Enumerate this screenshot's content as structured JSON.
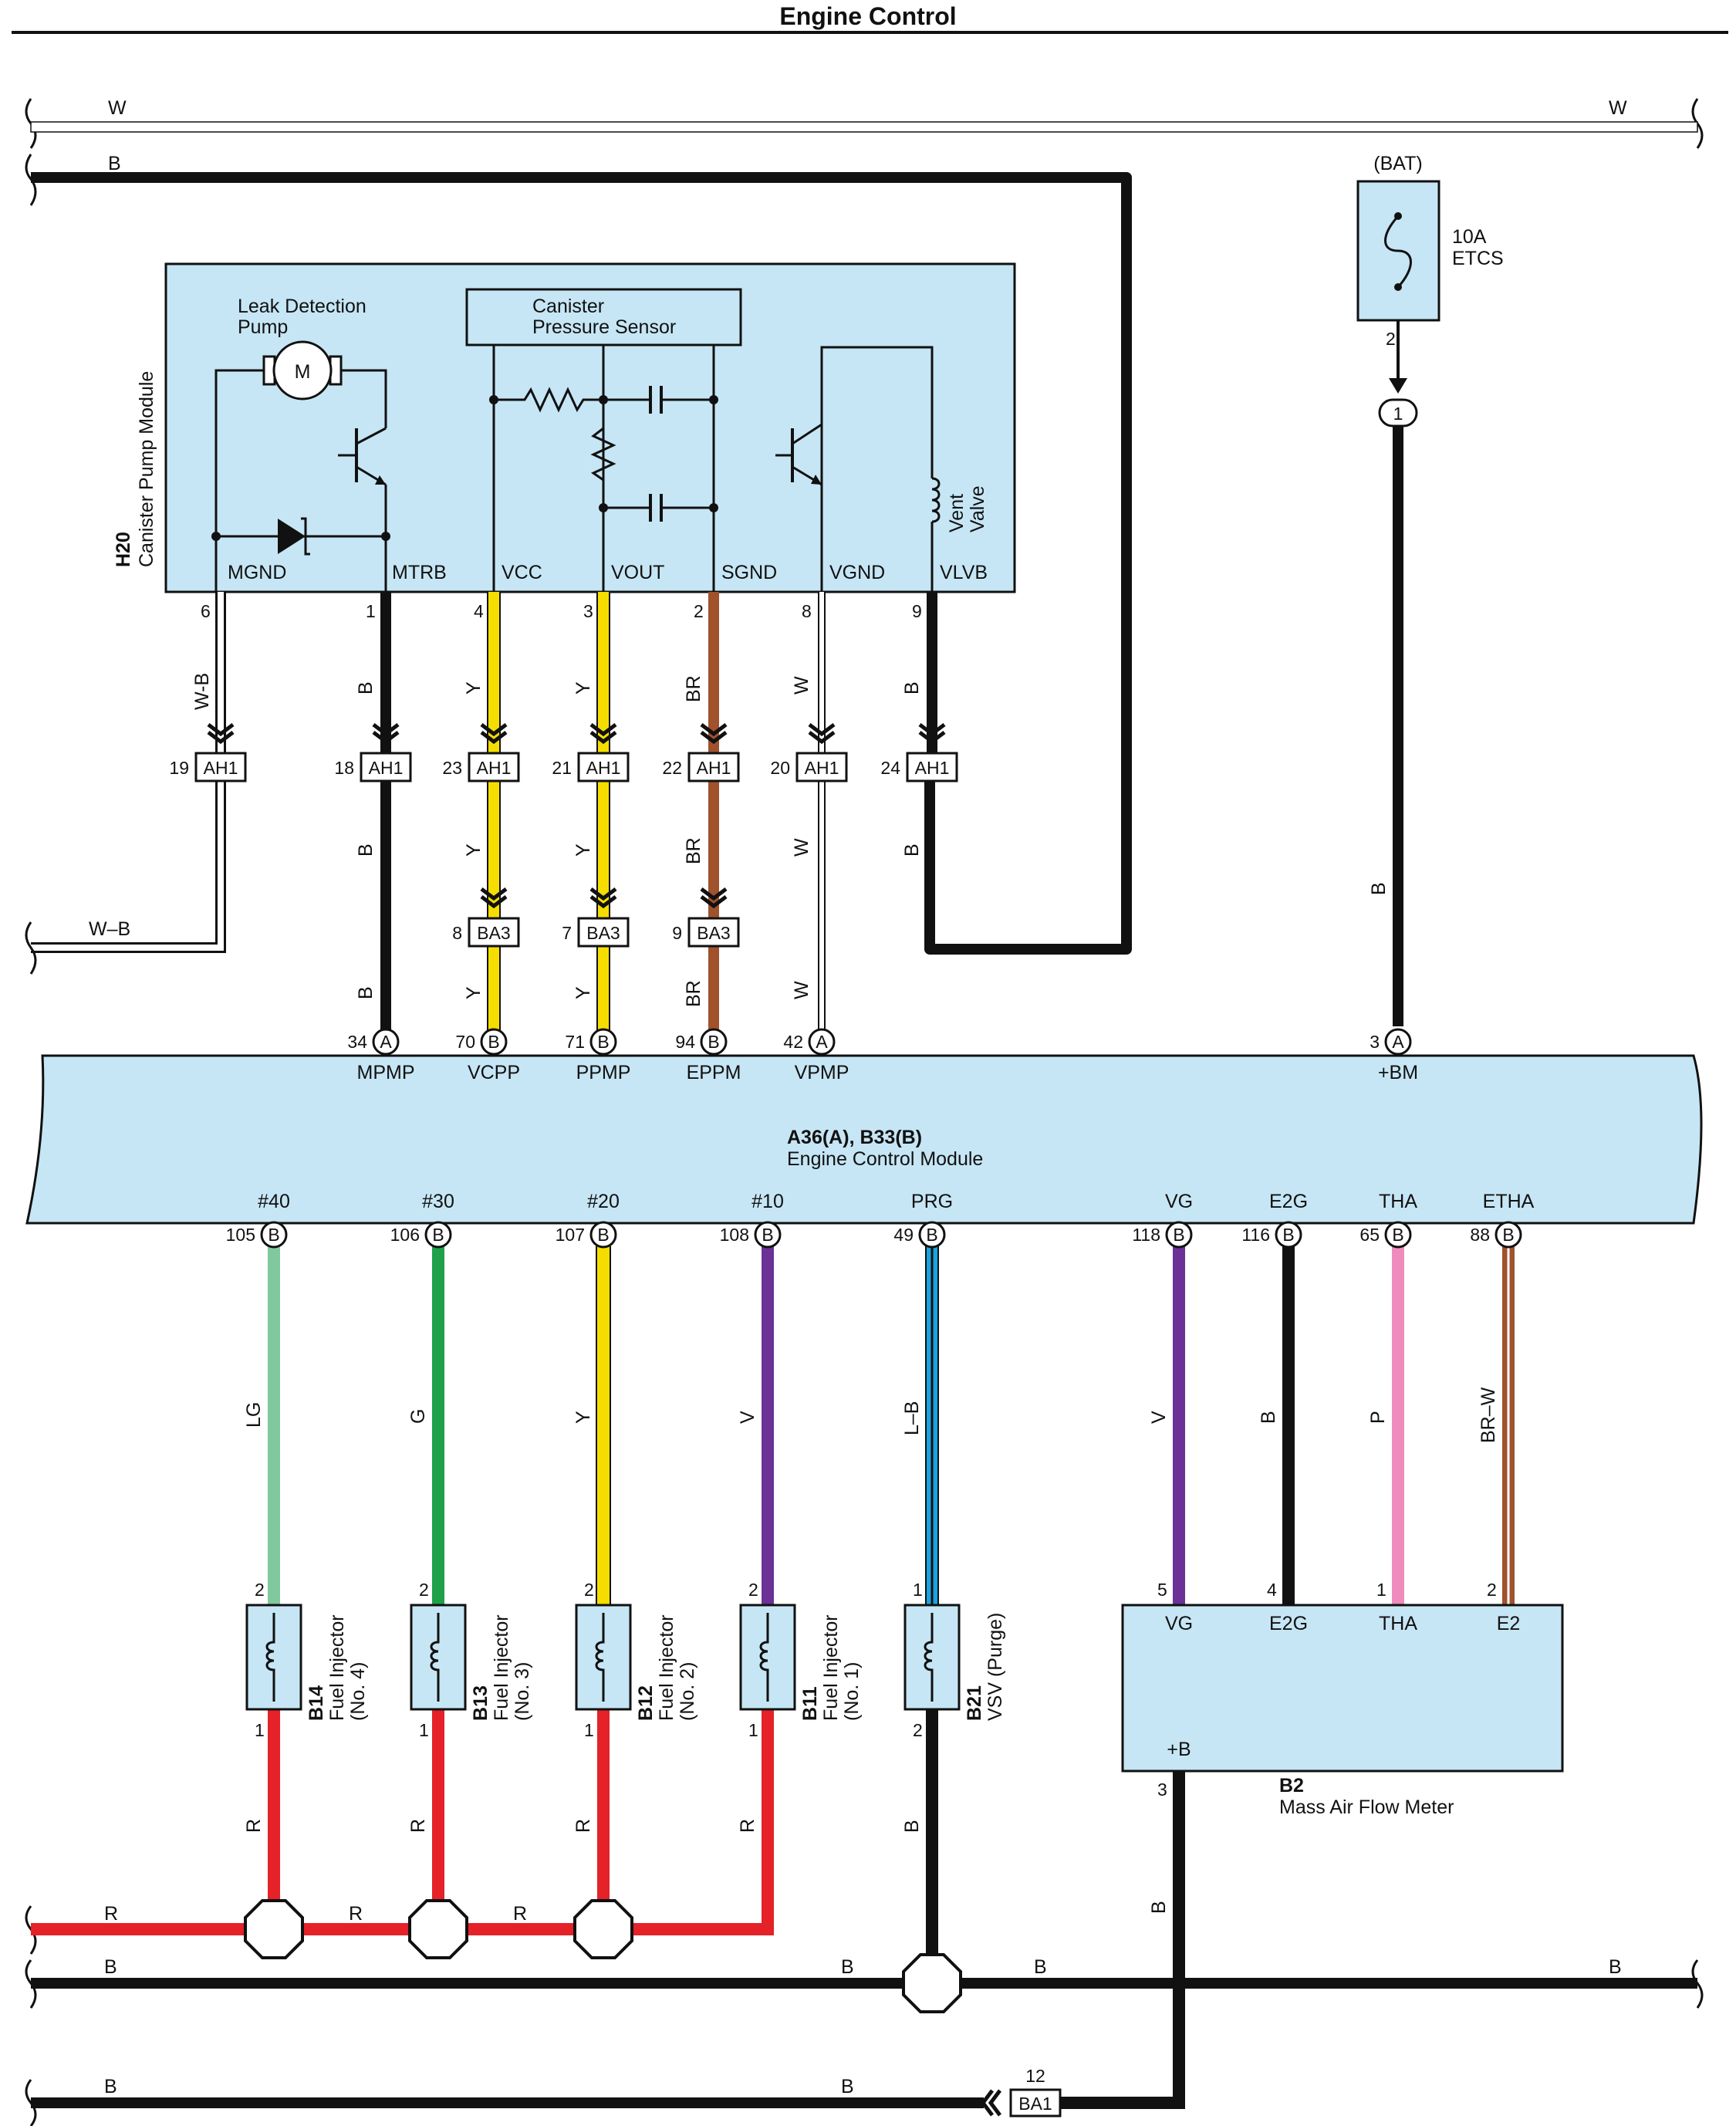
{
  "title": "Engine Control",
  "colors": {
    "W": "#ffffff",
    "B": "#111111",
    "W-B": "#ffffff",
    "Y": "#f6dd00",
    "BR": "#a0522d",
    "LG": "#80c89e",
    "G": "#1fa04a",
    "V": "#6b3196",
    "L-B": "#1aa3e0",
    "P": "#f08bbd",
    "BR-W": "#a0522d",
    "R": "#e42228",
    "fill": "#c6e6f5"
  },
  "top_buses": [
    {
      "label": "W",
      "label_right": "W"
    },
    {
      "label": "B"
    }
  ],
  "bat": {
    "label": "(BAT)",
    "fuse_amp": "10A",
    "fuse_name": "ETCS",
    "pin": "2",
    "conn_pin": "1",
    "wire": "B"
  },
  "h20": {
    "code": "H20",
    "name": "Canister Pump Module",
    "pump_label_1": "Leak Detection",
    "pump_label_2": "Pump",
    "motor": "M",
    "sensor_label_1": "Canister",
    "sensor_label_2": "Pressure Sensor",
    "vent_1": "Vent",
    "vent_2": "Valve",
    "pins": [
      {
        "name": "MGND",
        "num": "6",
        "wire": "W-B",
        "ah1": "19"
      },
      {
        "name": "MTRB",
        "num": "1",
        "wire": "B",
        "ah1": "18"
      },
      {
        "name": "VCC",
        "num": "4",
        "wire": "Y",
        "ah1": "23"
      },
      {
        "name": "VOUT",
        "num": "3",
        "wire": "Y",
        "ah1": "21"
      },
      {
        "name": "SGND",
        "num": "2",
        "wire": "BR",
        "ah1": "22"
      },
      {
        "name": "VGND",
        "num": "8",
        "wire": "W",
        "ah1": "20"
      },
      {
        "name": "VLVB",
        "num": "9",
        "wire": "B",
        "ah1": "24"
      }
    ]
  },
  "conn_ah1": "AH1",
  "conn_ba3": "BA3",
  "ba3_pins": [
    "8",
    "7",
    "9"
  ],
  "wb_out_label": "W–B",
  "ecm": {
    "code": "A36(A), B33(B)",
    "name": "Engine Control Module",
    "top_pins": [
      {
        "num": "34",
        "conn": "A",
        "name": "MPMP",
        "wire": "B"
      },
      {
        "num": "70",
        "conn": "B",
        "name": "VCPP",
        "wire": "Y"
      },
      {
        "num": "71",
        "conn": "B",
        "name": "PPMP",
        "wire": "Y"
      },
      {
        "num": "94",
        "conn": "B",
        "name": "EPPM",
        "wire": "BR"
      },
      {
        "num": "42",
        "conn": "A",
        "name": "VPMP",
        "wire": "W"
      },
      {
        "num": "3",
        "conn": "A",
        "name": "+BM",
        "wire": "B"
      }
    ],
    "bottom_pins": [
      {
        "num": "105",
        "conn": "B",
        "name": "#40",
        "wire": "LG"
      },
      {
        "num": "106",
        "conn": "B",
        "name": "#30",
        "wire": "G"
      },
      {
        "num": "107",
        "conn": "B",
        "name": "#20",
        "wire": "Y"
      },
      {
        "num": "108",
        "conn": "B",
        "name": "#10",
        "wire": "V"
      },
      {
        "num": "49",
        "conn": "B",
        "name": "PRG",
        "wire": "L–B"
      },
      {
        "num": "118",
        "conn": "B",
        "name": "VG",
        "wire": "V"
      },
      {
        "num": "116",
        "conn": "B",
        "name": "E2G",
        "wire": "B"
      },
      {
        "num": "65",
        "conn": "B",
        "name": "THA",
        "wire": "P"
      },
      {
        "num": "88",
        "conn": "B",
        "name": "ETHA",
        "wire": "BR–W"
      }
    ]
  },
  "components": [
    {
      "code": "B14",
      "name": "Fuel Injector",
      "sub": "(No. 4)",
      "pin_top": "2",
      "pin_bot": "1",
      "wire_bot": "R"
    },
    {
      "code": "B13",
      "name": "Fuel Injector",
      "sub": "(No. 3)",
      "pin_top": "2",
      "pin_bot": "1",
      "wire_bot": "R"
    },
    {
      "code": "B12",
      "name": "Fuel Injector",
      "sub": "(No. 2)",
      "pin_top": "2",
      "pin_bot": "1",
      "wire_bot": "R"
    },
    {
      "code": "B11",
      "name": "Fuel Injector",
      "sub": "(No. 1)",
      "pin_top": "2",
      "pin_bot": "1",
      "wire_bot": "R"
    },
    {
      "code": "B21",
      "name": "VSV (Purge)",
      "sub": "",
      "pin_top": "1",
      "pin_bot": "2",
      "wire_bot": "B"
    }
  ],
  "maf": {
    "code": "B2",
    "name": "Mass Air Flow Meter",
    "pins": [
      {
        "num": "5",
        "name": "VG"
      },
      {
        "num": "4",
        "name": "E2G"
      },
      {
        "num": "1",
        "name": "THA"
      },
      {
        "num": "2",
        "name": "E2"
      }
    ],
    "plus_b": "+B",
    "plus_b_num": "3",
    "plus_b_wire": "B"
  },
  "bottom_buses": {
    "r_labels": [
      "R",
      "R",
      "R"
    ],
    "b1_labels": [
      "B",
      "B",
      "B",
      "B"
    ],
    "b2_labels": [
      "B",
      "B"
    ]
  },
  "ba1": {
    "name": "BA1",
    "pin": "12"
  }
}
